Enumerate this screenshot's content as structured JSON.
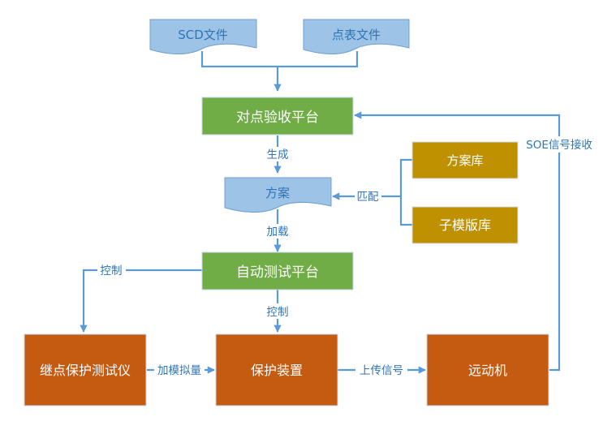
{
  "colors": {
    "line": "#5b9bd5",
    "doc_fill": "#9dc3e6",
    "doc_stroke": "#6f9fd0",
    "doc_text": "#2e75b6",
    "green": "#70ad47",
    "gold": "#bf9000",
    "orange": "#c55a11",
    "box_text": "#ffffff",
    "edge_label": "#2e75b6"
  },
  "nodes": {
    "scd_file": "SCD文件",
    "point_table_file": "点表文件",
    "acceptance_platform": "对点验收平台",
    "plan": "方案",
    "plan_library": "方案库",
    "template_library": "子模版库",
    "auto_test_platform": "自动测试平台",
    "relay_tester": "继点保护测试仪",
    "protection_device": "保护装置",
    "telecontrol_unit": "远动机"
  },
  "edges": {
    "generate": "生成",
    "match": "匹配",
    "load": "加载",
    "control_left": "控制",
    "control_down": "控制",
    "add_analog": "加模拟量",
    "upload_signal": "上传信号",
    "soe_receive": "SOE信号接收"
  }
}
